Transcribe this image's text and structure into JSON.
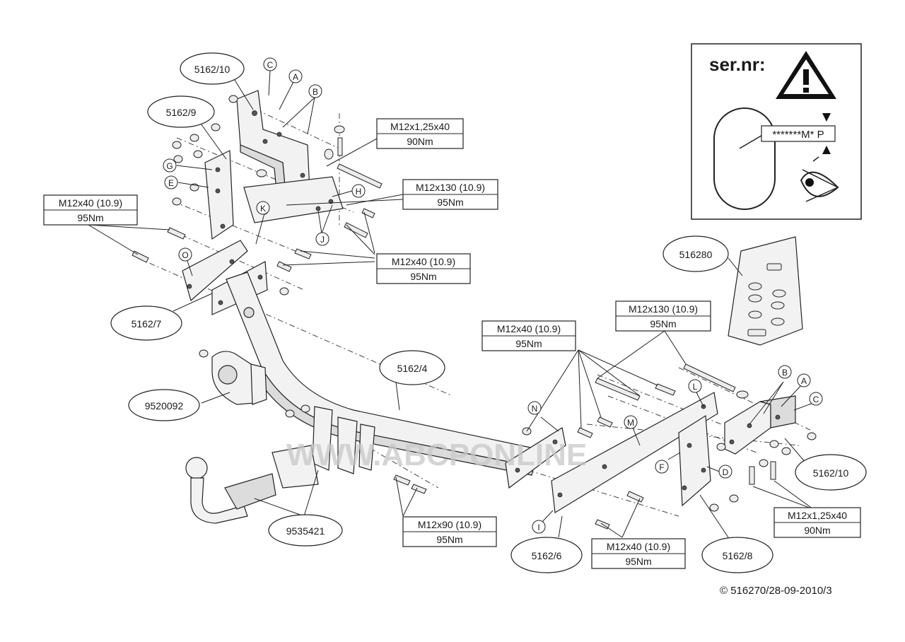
{
  "watermark": "WWW.ABCPONLINE",
  "copyright": "© 516270/28-09-2010/3",
  "serial_panel": {
    "title": "ser.nr:",
    "plate_text": "*******M* P"
  },
  "parts": {
    "p5162_10_top": "5162/10",
    "p5162_9": "5162/9",
    "p5162_7": "5162/7",
    "p9520092": "9520092",
    "p9535421": "9535421",
    "p5162_4": "5162/4",
    "p516280": "516280",
    "p5162_6": "5162/6",
    "p5162_8": "5162/8",
    "p5162_10_right": "5162/10"
  },
  "specs": {
    "s1": {
      "size": "M12x1,25x40",
      "torque": "90Nm"
    },
    "s2": {
      "size": "M12x130 (10.9)",
      "torque": "95Nm"
    },
    "s3": {
      "size": "M12x40 (10.9)",
      "torque": "95Nm"
    },
    "s4": {
      "size": "M12x40 (10.9)",
      "torque": "95Nm"
    },
    "s5": {
      "size": "M12x130 (10.9)",
      "torque": "95Nm"
    },
    "s6": {
      "size": "M12x40 (10.9)",
      "torque": "95Nm"
    },
    "s7": {
      "size": "M12x90 (10.9)",
      "torque": "95Nm"
    },
    "s8": {
      "size": "M12x40 (10.9)",
      "torque": "95Nm"
    },
    "s9": {
      "size": "M12x1,25x40",
      "torque": "90Nm"
    }
  },
  "letters": {
    "C1": "C",
    "A1": "A",
    "B1": "B",
    "G": "G",
    "E": "E",
    "K": "K",
    "H": "H",
    "J": "J",
    "O": "O",
    "N": "N",
    "L": "L",
    "M": "M",
    "B2": "B",
    "A2": "A",
    "C2": "C",
    "F": "F",
    "D": "D",
    "I": "I"
  }
}
